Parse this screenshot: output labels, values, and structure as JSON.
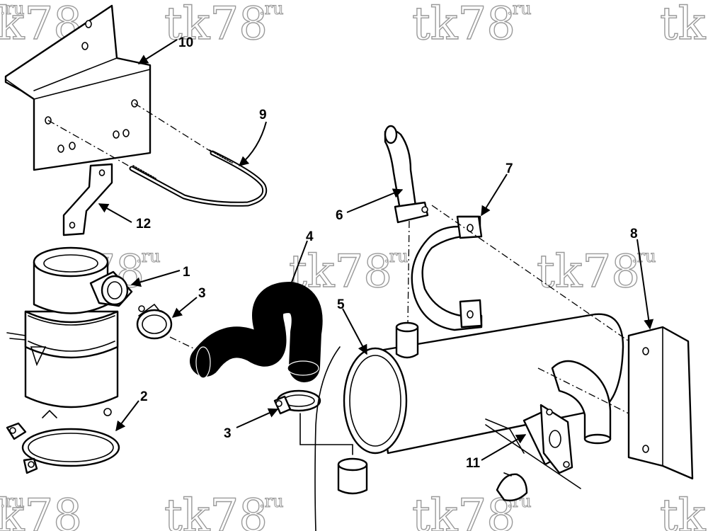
{
  "watermark": {
    "main": "tk78",
    "suffix": ".ru"
  },
  "callouts": {
    "c1": "1",
    "c2": "2",
    "c3a": "3",
    "c3b": "3",
    "c4": "4",
    "c5": "5",
    "c6": "6",
    "c7": "7",
    "c8": "8",
    "c9": "9",
    "c10": "10",
    "c11": "11",
    "c12": "12"
  }
}
